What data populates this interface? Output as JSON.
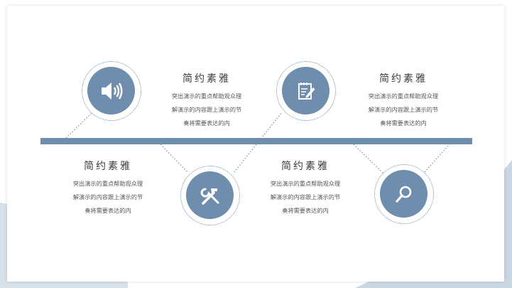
{
  "items": [
    {
      "title": "简约素雅",
      "lines": [
        "突出演示的重点帮助观众理",
        "解演示的内容跟上演示的节",
        "奏将需要表达的内"
      ],
      "icon": "speaker-icon"
    },
    {
      "title": "简约素雅",
      "lines": [
        "突出演示的重点帮助观众理",
        "解演示的内容跟上演示的节",
        "奏将需要表达的内"
      ],
      "icon": "tools-icon"
    },
    {
      "title": "简约素雅",
      "lines": [
        "突出演示的重点帮助观众理",
        "解演示的内容跟上演示的节",
        "奏将需要表达的内"
      ],
      "icon": "notepad-pen-icon"
    },
    {
      "title": "简约素雅",
      "lines": [
        "突出演示的重点帮助观众理",
        "解演示的内容跟上演示的节",
        "奏将需要表达的内"
      ],
      "icon": "magnifier-icon"
    }
  ],
  "colors": {
    "accent": "#6f8ead",
    "background_shape": "#d6e1ea"
  }
}
